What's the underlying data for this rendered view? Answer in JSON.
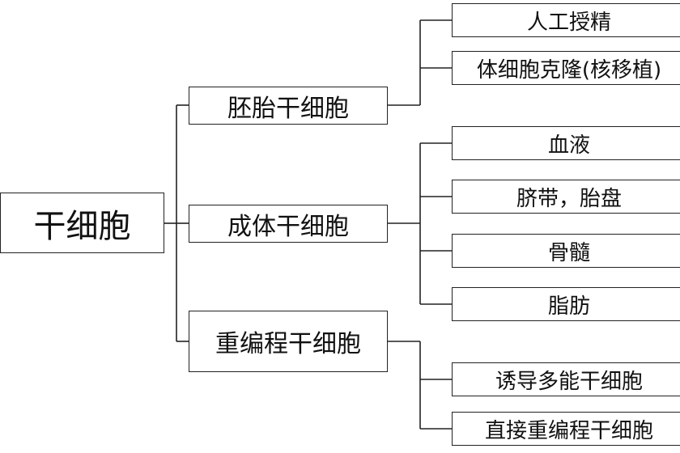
{
  "root": {
    "label": "干细胞"
  },
  "branches": [
    {
      "label": "胚胎干细胞",
      "children": [
        "人工授精",
        "体细胞克隆(核移植)"
      ]
    },
    {
      "label": "成体干细胞",
      "children": [
        "血液",
        "脐带，胎盘",
        "骨髓",
        "脂肪"
      ]
    },
    {
      "label": "重编程干细胞",
      "children": [
        "诱导多能干细胞",
        "直接重编程干细胞"
      ]
    }
  ]
}
